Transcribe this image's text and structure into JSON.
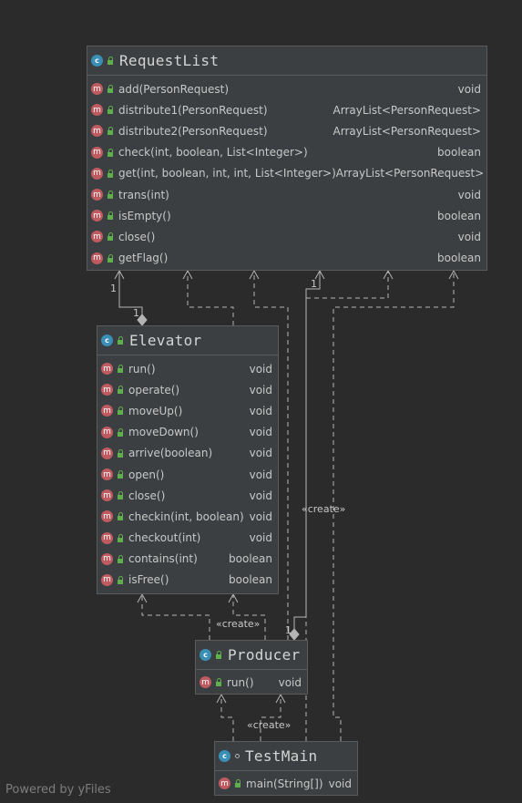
{
  "classes": {
    "request_list": {
      "name": "RequestList",
      "methods": [
        {
          "name": "add(PersonRequest)",
          "type": "void"
        },
        {
          "name": "distribute1(PersonRequest)",
          "type": "ArrayList<PersonRequest>"
        },
        {
          "name": "distribute2(PersonRequest)",
          "type": "ArrayList<PersonRequest>"
        },
        {
          "name": "check(int, boolean, List<Integer>)",
          "type": "boolean"
        },
        {
          "name": "get(int, boolean, int, int, List<Integer>)",
          "type": "ArrayList<PersonRequest>"
        },
        {
          "name": "trans(int)",
          "type": "void"
        },
        {
          "name": "isEmpty()",
          "type": "boolean"
        },
        {
          "name": "close()",
          "type": "void"
        },
        {
          "name": "getFlag()",
          "type": "boolean"
        }
      ]
    },
    "elevator": {
      "name": "Elevator",
      "methods": [
        {
          "name": "run()",
          "type": "void"
        },
        {
          "name": "operate()",
          "type": "void"
        },
        {
          "name": "moveUp()",
          "type": "void"
        },
        {
          "name": "moveDown()",
          "type": "void"
        },
        {
          "name": "arrive(boolean)",
          "type": "void"
        },
        {
          "name": "open()",
          "type": "void"
        },
        {
          "name": "close()",
          "type": "void"
        },
        {
          "name": "checkin(int, boolean)",
          "type": "void"
        },
        {
          "name": "checkout(int)",
          "type": "void"
        },
        {
          "name": "contains(int)",
          "type": "boolean"
        },
        {
          "name": "isFree()",
          "type": "boolean"
        }
      ]
    },
    "producer": {
      "name": "Producer",
      "methods": [
        {
          "name": "run()",
          "type": "void"
        }
      ]
    },
    "test_main": {
      "name": "TestMain",
      "methods": [
        {
          "name": "main(String[])",
          "type": "void"
        }
      ]
    }
  },
  "icons": {
    "class_letter": "c",
    "method_letter": "m"
  },
  "edge_labels": {
    "create_1": "«create»",
    "create_2": "«create»",
    "create_3": "«create»",
    "mult_1": "1",
    "mult_2": "1",
    "mult_3": "1",
    "mult_4": "1"
  },
  "footer": "Powered by yFiles"
}
